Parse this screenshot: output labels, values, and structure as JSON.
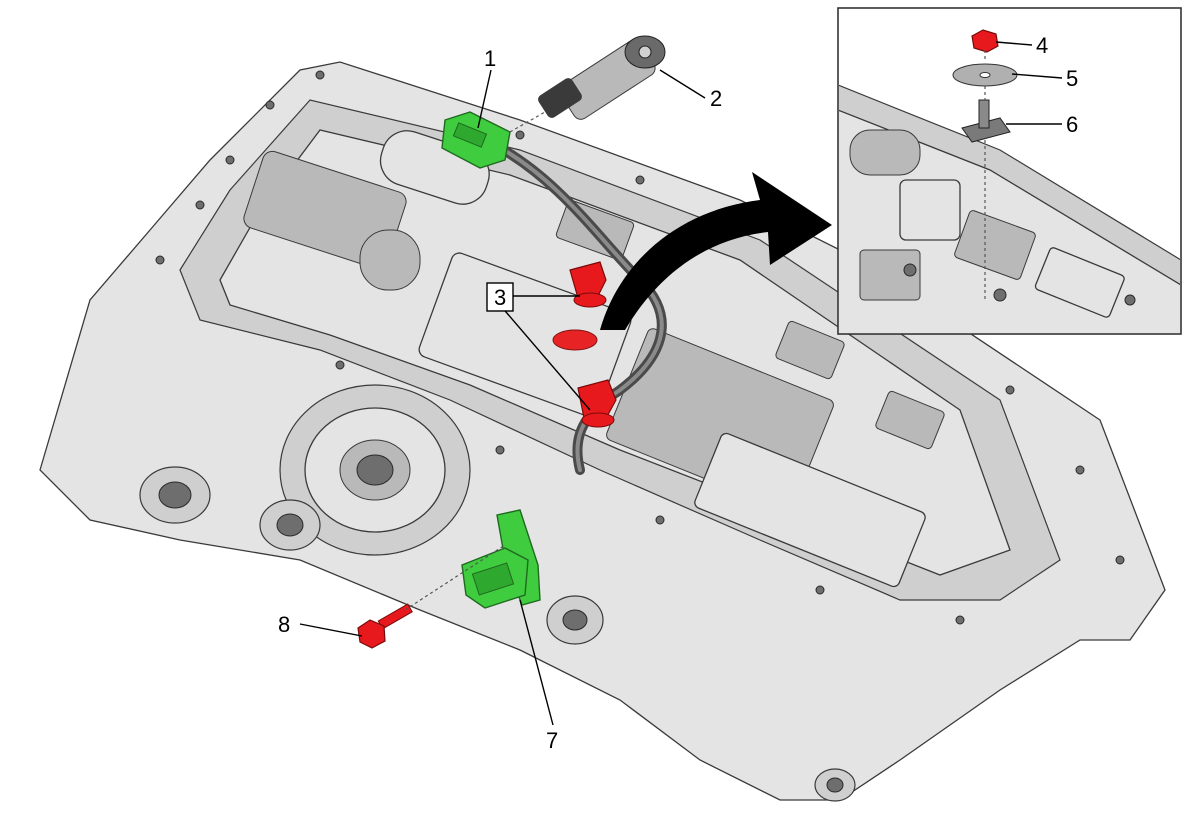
{
  "callouts": [
    {
      "id": "1",
      "label": "1"
    },
    {
      "id": "2",
      "label": "2"
    },
    {
      "id": "3",
      "label": "3"
    },
    {
      "id": "4",
      "label": "4"
    },
    {
      "id": "5",
      "label": "5"
    },
    {
      "id": "6",
      "label": "6"
    },
    {
      "id": "7",
      "label": "7"
    },
    {
      "id": "8",
      "label": "8"
    }
  ],
  "colors": {
    "part_highlight_green": "#3fcc3f",
    "part_highlight_red": "#e8191c",
    "housing_metal": "#e4e4e4",
    "outline": "#3a3a3a",
    "inset_border": "#333333"
  }
}
